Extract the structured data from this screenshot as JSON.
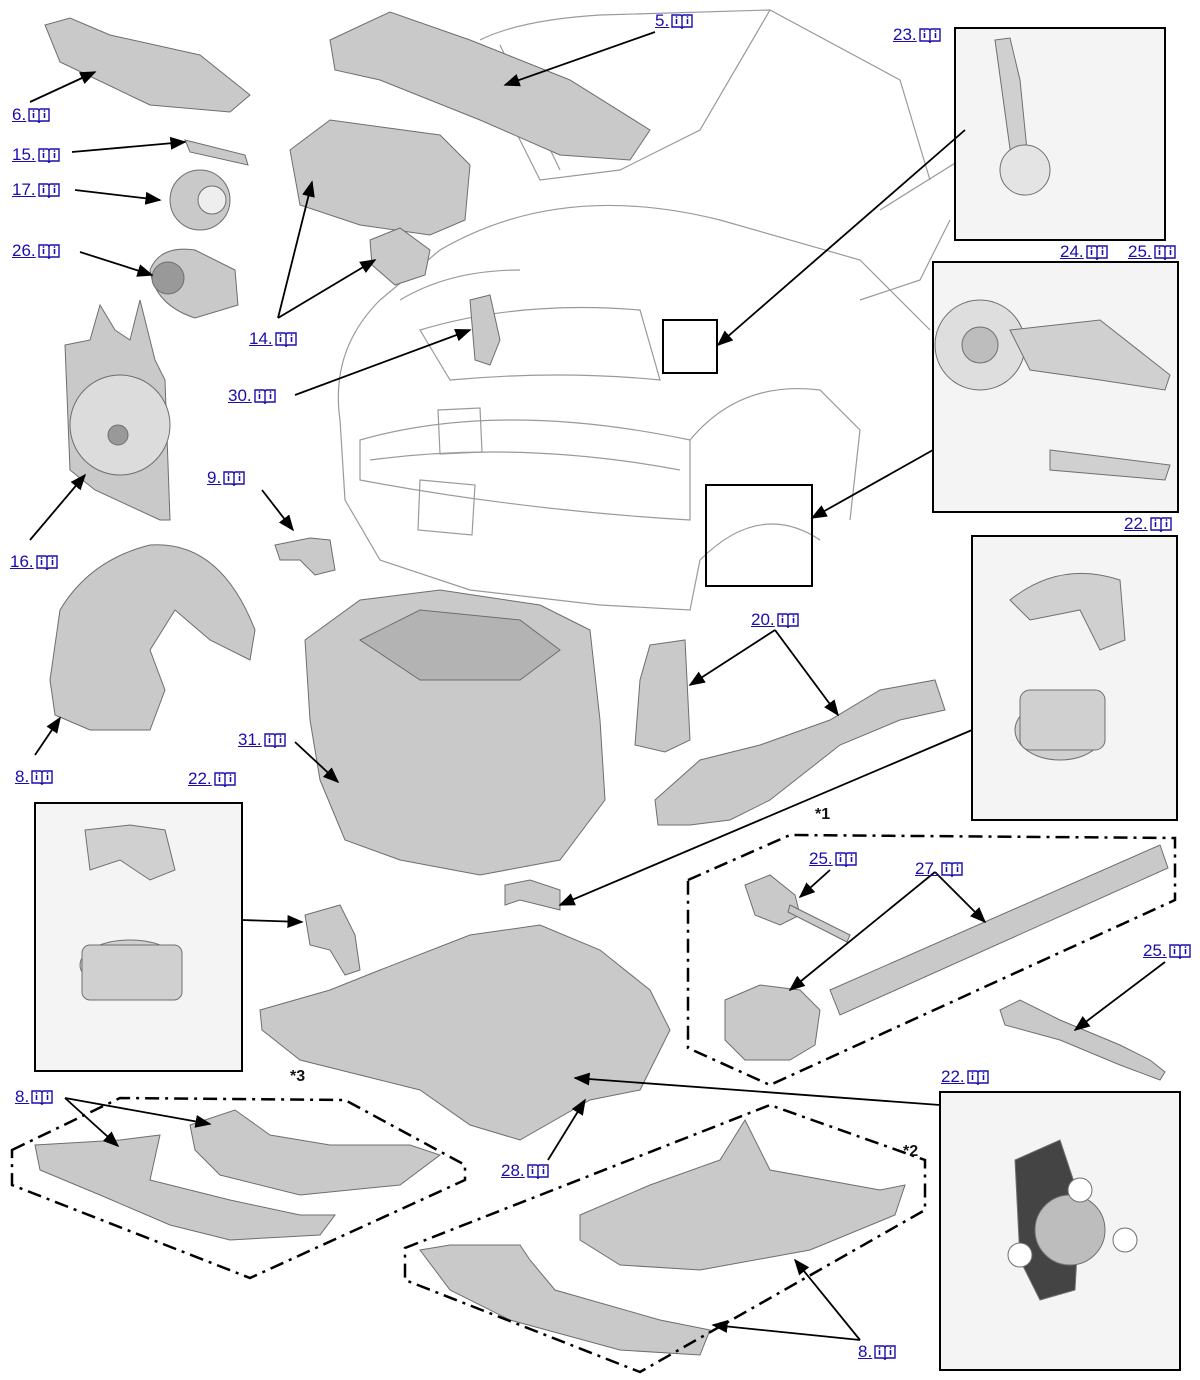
{
  "refs": {
    "r5": "5.",
    "r6": "6.",
    "r15": "15.",
    "r17": "17.",
    "r26": "26.",
    "r14": "14.",
    "r30": "30.",
    "r16": "16.",
    "r9": "9.",
    "r8a": "8.",
    "r22a": "22.",
    "r31": "31.",
    "r23": "23.",
    "r24": "24.",
    "r25a": "25.",
    "r22b": "22.",
    "r20": "20.",
    "r25b": "25.",
    "r27": "27.",
    "r25c": "25.",
    "r28": "28.",
    "r8b": "8.",
    "r22c": "22.",
    "r8c": "8."
  },
  "notes": {
    "n1": "*1",
    "n2": "*2",
    "n3": "*3"
  },
  "colors": {
    "link": "#1a0dab",
    "line": "#000000",
    "part_fill": "#c9c9c9",
    "outline": "#6e6e6e"
  },
  "icons": {
    "reference": "book-info-icon"
  }
}
